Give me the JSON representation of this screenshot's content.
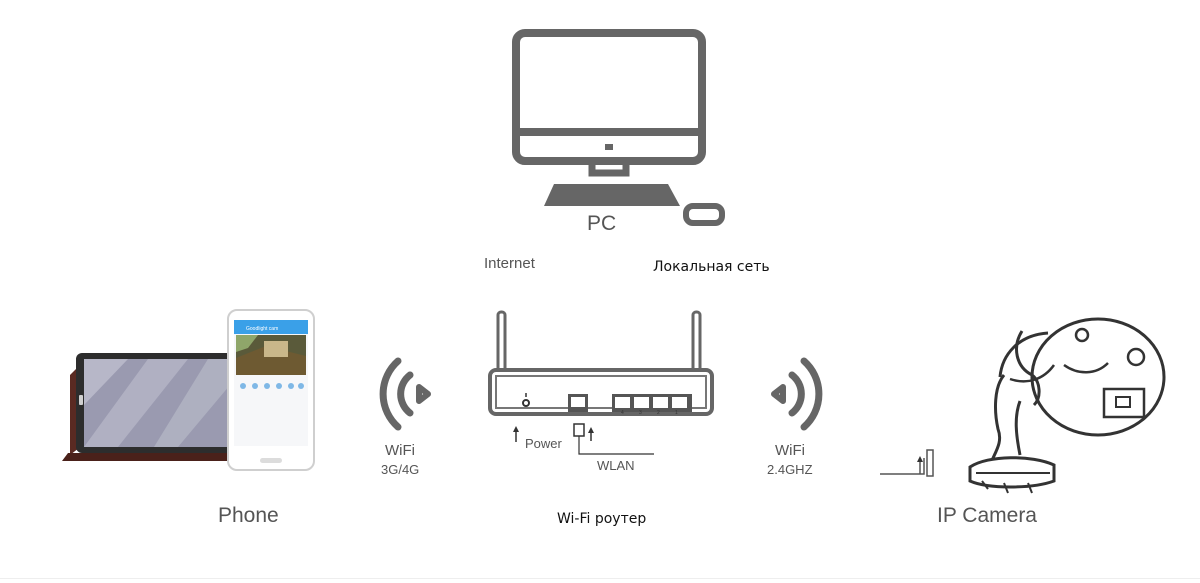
{
  "pc": {
    "label": "PC"
  },
  "network": {
    "internet_label": "Internet",
    "lan_label": "Локальная сеть"
  },
  "phone": {
    "label": "Phone",
    "app_header": "Goodlight cam"
  },
  "wifi_left": {
    "label": "WiFi",
    "sub": "3G/4G"
  },
  "router": {
    "label": "Wi-Fi роутер",
    "power_label": "Power",
    "wlan_label": "WLAN",
    "ports": [
      "4",
      "3",
      "2",
      "1"
    ]
  },
  "wifi_right": {
    "label": "WiFi",
    "sub": "2.4GHZ"
  },
  "camera": {
    "label": "IP Camera"
  },
  "colors": {
    "icon_gray": "#666666",
    "text_gray": "#555555",
    "phone_screen_blue": "#3aa0e8",
    "tablet_case": "#5a2a22"
  }
}
